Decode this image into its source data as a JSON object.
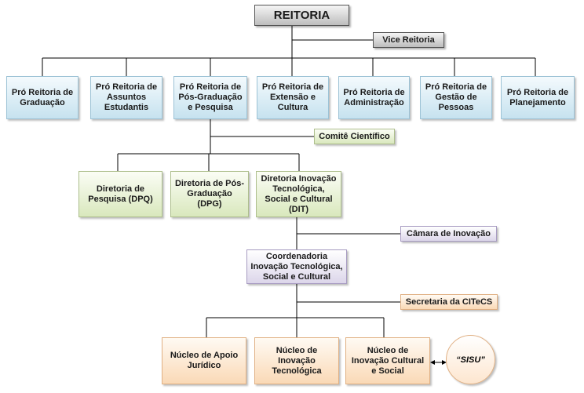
{
  "root": {
    "label": "REITORIA"
  },
  "vice": {
    "label": "Vice Reitoria"
  },
  "pro_reitorias": [
    {
      "label": "Pró Reitoria de Graduação"
    },
    {
      "label": "Pró Reitoria de Assuntos Estudantis"
    },
    {
      "label": "Pró Reitoria de Pós-Graduação e Pesquisa"
    },
    {
      "label": "Pró Reitoria de Extensão e Cultura"
    },
    {
      "label": "Pró Reitoria de Administração"
    },
    {
      "label": "Pró Reitoria de Gestão de Pessoas"
    },
    {
      "label": "Pró Reitoria de Planejamento"
    }
  ],
  "comite": {
    "label": "Comitê Científico"
  },
  "diretorias": [
    {
      "label": "Diretoria de Pesquisa (DPQ)"
    },
    {
      "label": "Diretoria de Pós-Graduação (DPG)"
    },
    {
      "label": "Diretoria Inovação Tecnológica, Social e Cultural (DIT)"
    }
  ],
  "camara": {
    "label": "Câmara de Inovação"
  },
  "coordenadoria": {
    "label": "Coordenadoria Inovação Tecnológica, Social e Cultural"
  },
  "secretaria": {
    "label": "Secretaria da CITeCS"
  },
  "nucleos": [
    {
      "label": "Núcleo de Apoio Jurídico"
    },
    {
      "label": "Núcleo de Inovação Tecnológica"
    },
    {
      "label": "Núcleo de Inovação Cultural e Social"
    }
  ],
  "sisu": {
    "label": "“SISU”"
  }
}
